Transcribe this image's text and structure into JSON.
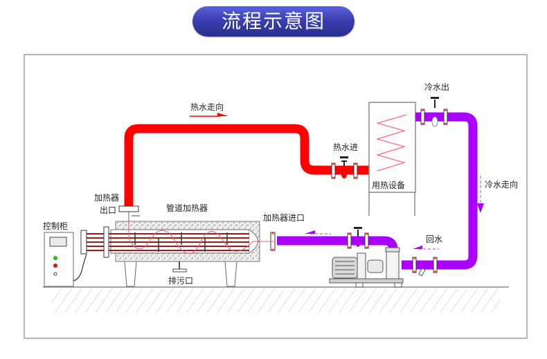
{
  "title": "流程示意图",
  "labels": {
    "control_cabinet": "控制柜",
    "heater_outlet_line1": "加热器",
    "heater_outlet_line2": "出口",
    "pipe_heater": "管道加热器",
    "drain": "排污口",
    "heater_inlet": "加热器进口",
    "hot_water_direction": "热水走向",
    "hot_water_in": "热水进",
    "cold_water_out": "冷水出",
    "heat_equipment": "用热设备",
    "cold_water_direction": "冷水走向",
    "return_water": "回水"
  },
  "colors": {
    "title_bg": "#3a3fb2",
    "hot_pipe": "#ff0000",
    "cold_pipe": "#aa00ff",
    "frame": "#b5b5b5",
    "coil": "#ff6688"
  }
}
